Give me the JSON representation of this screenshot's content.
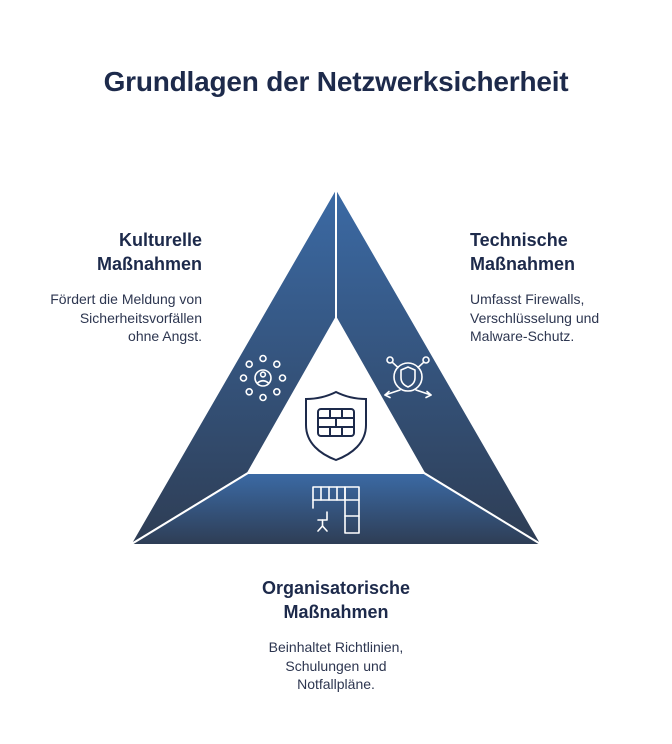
{
  "title": "Grundlagen der Netzwerksicherheit",
  "colors": {
    "gradient_top": "#3b6aa5",
    "gradient_bottom": "#2e3d54",
    "title": "#1d2a4b",
    "center_shield_stroke": "#1d2a4b"
  },
  "center_icon": "firewall-shield-icon",
  "segments": [
    {
      "position": "left",
      "icon": "people-network-icon",
      "heading": [
        "Kulturelle",
        "Maßnahmen"
      ],
      "description": [
        "Fördert die Meldung von",
        "Sicherheitsvorfällen",
        "ohne Angst."
      ]
    },
    {
      "position": "right",
      "icon": "shield-network-icon",
      "heading": [
        "Technische",
        "Maßnahmen"
      ],
      "description": [
        "Umfasst Firewalls,",
        "Verschlüsselung und",
        "Malware-Schutz."
      ]
    },
    {
      "position": "bottom",
      "icon": "floor-plan-icon",
      "heading": [
        "Organisatorische",
        "Maßnahmen"
      ],
      "description": [
        "Beinhaltet Richtlinien,",
        "Schulungen und",
        "Notfallpläne."
      ]
    }
  ]
}
